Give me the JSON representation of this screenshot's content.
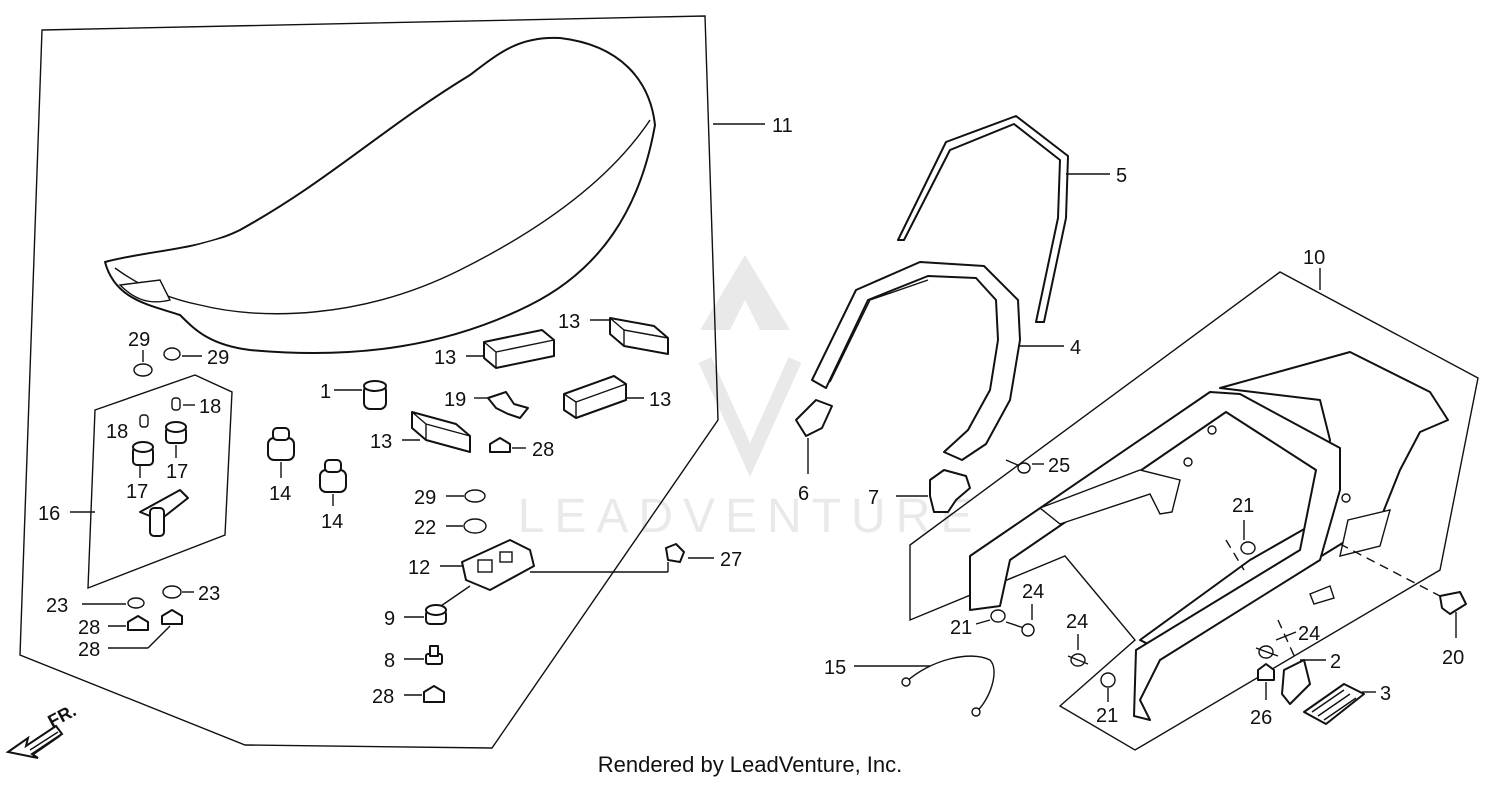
{
  "callouts": {
    "c1": "1",
    "c2": "2",
    "c3": "3",
    "c4": "4",
    "c5": "5",
    "c6": "6",
    "c7": "7",
    "c8": "8",
    "c9": "9",
    "c10": "10",
    "c11": "11",
    "c12": "12",
    "c15": "15",
    "c16": "16",
    "c19": "19",
    "c20": "20",
    "c22": "22",
    "c25": "25",
    "c26": "26",
    "c27": "27",
    "c13a": "13",
    "c13b": "13",
    "c13c": "13",
    "c13d": "13",
    "c14a": "14",
    "c14b": "14",
    "c17a": "17",
    "c17b": "17",
    "c18a": "18",
    "c18b": "18",
    "c21a": "21",
    "c21b": "21",
    "c21c": "21",
    "c23a": "23",
    "c23b": "23",
    "c24a": "24",
    "c24b": "24",
    "c24c": "24",
    "c28a": "28",
    "c28b": "28",
    "c28c": "28",
    "c28d": "28",
    "c29a": "29",
    "c29b": "29",
    "c29c": "29"
  },
  "direction": "FR.",
  "watermark": "LEADVENTURE",
  "footer": "Rendered by LeadVenture, Inc."
}
